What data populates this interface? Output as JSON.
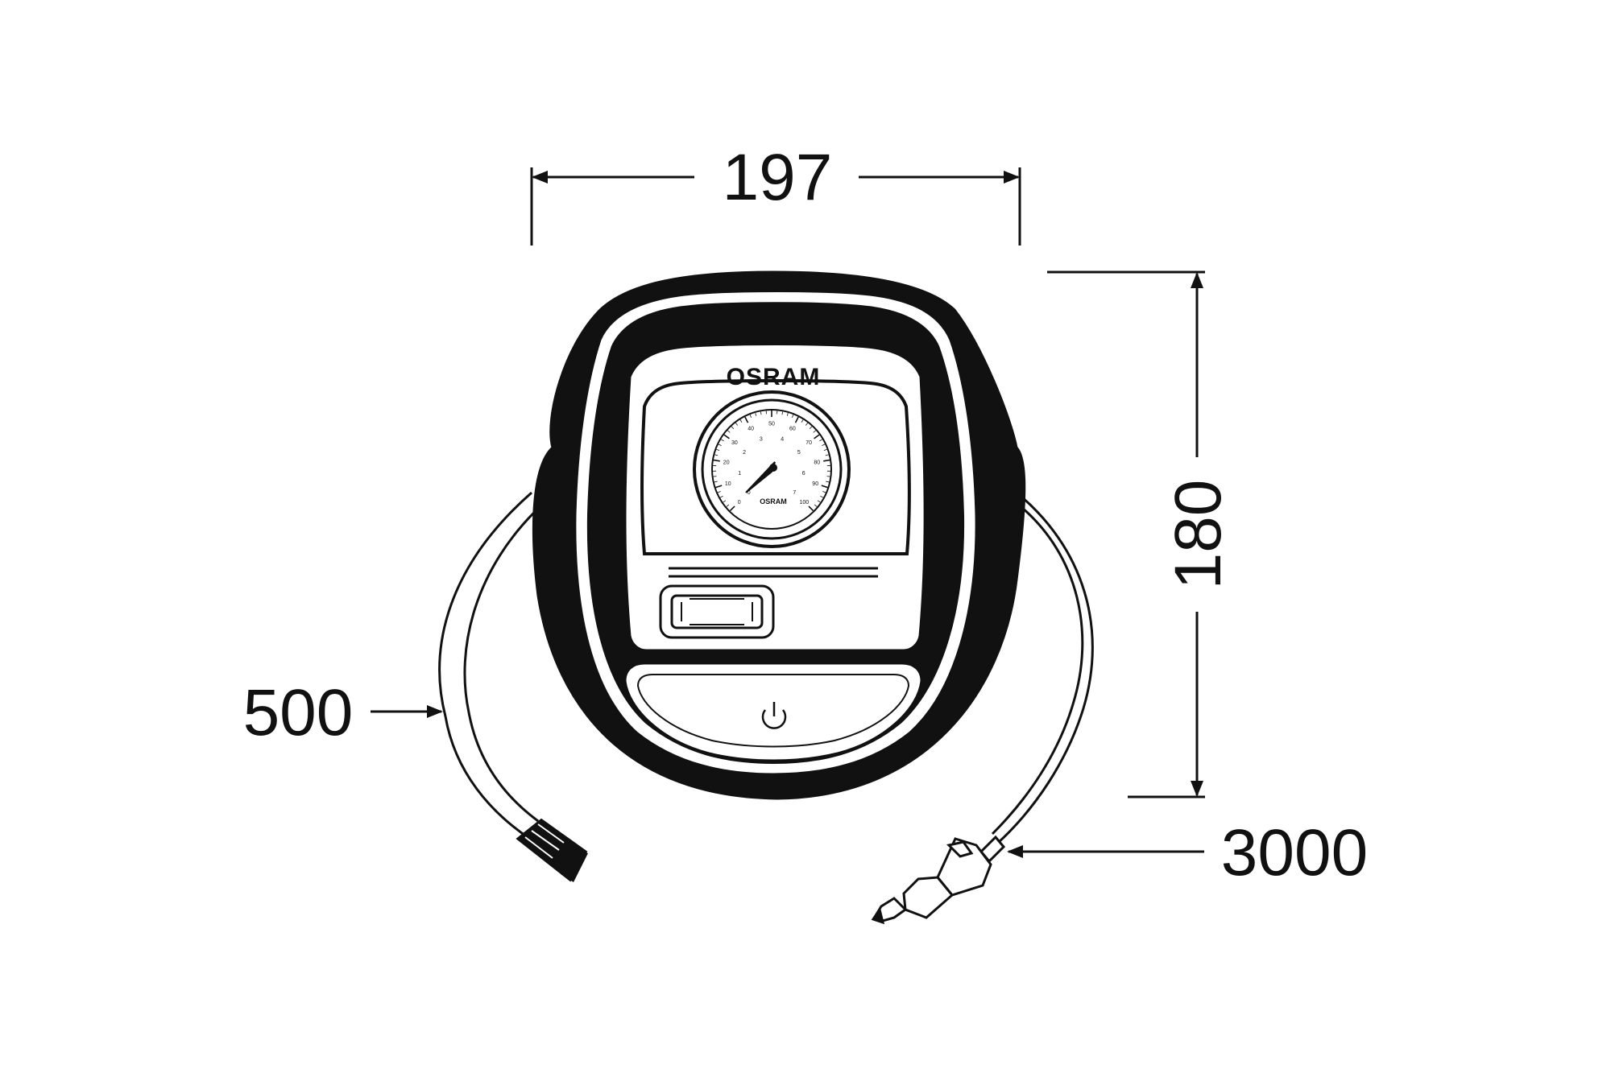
{
  "dimensions": {
    "width": "197",
    "height": "180",
    "hose_length": "500",
    "cable_length": "3000"
  },
  "device": {
    "brand": "OSRAM",
    "gauge_brand": "OSRAM",
    "outer_scale": [
      "0",
      "10",
      "20",
      "30",
      "40",
      "50",
      "60",
      "70",
      "80",
      "90",
      "100"
    ],
    "inner_scale": [
      "0",
      "1",
      "2",
      "3",
      "4",
      "5",
      "6",
      "7"
    ]
  },
  "icons": {
    "power": "power-icon",
    "hose_valve": "valve-connector-icon",
    "car_plug": "cigarette-lighter-plug-icon"
  },
  "colors": {
    "line": "#111111",
    "background": "#ffffff"
  }
}
